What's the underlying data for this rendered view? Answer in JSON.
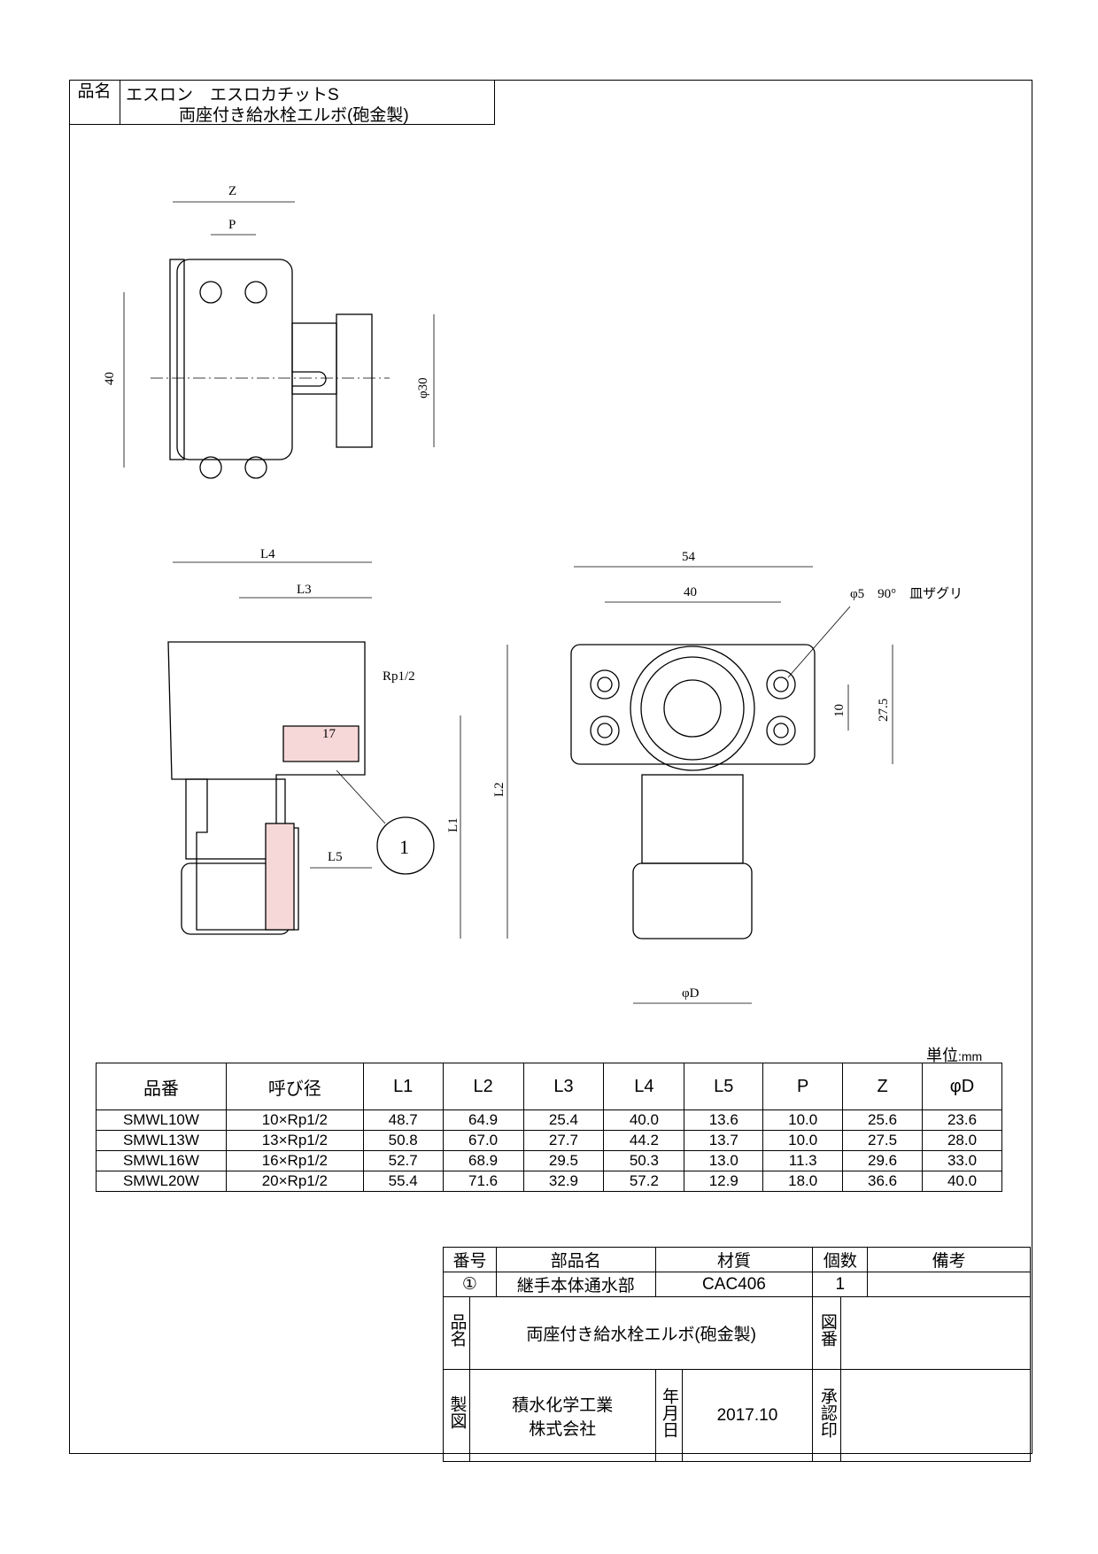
{
  "title_block": {
    "label": "品名",
    "brand_line": "エスロン　エスロカチットS",
    "product_line": "両座付き給水栓エルボ(砲金製)"
  },
  "dimensions": {
    "top_view": {
      "z": "Z",
      "p": "P",
      "height": "40",
      "dia": "φ30"
    },
    "section_view": {
      "l4": "L4",
      "l3": "L3",
      "rp": "Rp1/2",
      "thread_len": "17",
      "l1": "L1",
      "l2": "L2",
      "l5": "L5",
      "part_no": "1"
    },
    "side_view": {
      "width": "54",
      "hole_pitch": "40",
      "hole_note": "φ5　90°　皿ザグリ",
      "hole_v": "10",
      "height": "27.5",
      "dia": "φD"
    }
  },
  "spec_table": {
    "unit_label": "単位",
    "unit": ":mm",
    "headers": [
      "品番",
      "呼び径",
      "L1",
      "L2",
      "L3",
      "L4",
      "L5",
      "P",
      "Z",
      "φD"
    ],
    "rows": [
      [
        "SMWL10W",
        "10×Rp1/2",
        "48.7",
        "64.9",
        "25.4",
        "40.0",
        "13.6",
        "10.0",
        "25.6",
        "23.6"
      ],
      [
        "SMWL13W",
        "13×Rp1/2",
        "50.8",
        "67.0",
        "27.7",
        "44.2",
        "13.7",
        "10.0",
        "27.5",
        "28.0"
      ],
      [
        "SMWL16W",
        "16×Rp1/2",
        "52.7",
        "68.9",
        "29.5",
        "50.3",
        "13.0",
        "11.3",
        "29.6",
        "33.0"
      ],
      [
        "SMWL20W",
        "20×Rp1/2",
        "55.4",
        "71.6",
        "32.9",
        "57.2",
        "12.9",
        "18.0",
        "36.6",
        "40.0"
      ]
    ]
  },
  "parts_block": {
    "headers": [
      "番号",
      "部品名",
      "材質",
      "個数",
      "備考"
    ],
    "part": {
      "no": "①",
      "name": "継手本体通水部",
      "material": "CAC406",
      "qty": "1",
      "note": ""
    },
    "name_label": "品名",
    "name_value": "両座付き給水栓エルボ(砲金製)",
    "drawing_no_label": "図番",
    "maker_label": "製図",
    "maker_line1": "積水化学工業",
    "maker_line2": "株式会社",
    "date_label": "年月日",
    "date_value": "2017.10",
    "approval_label": "承認印"
  }
}
